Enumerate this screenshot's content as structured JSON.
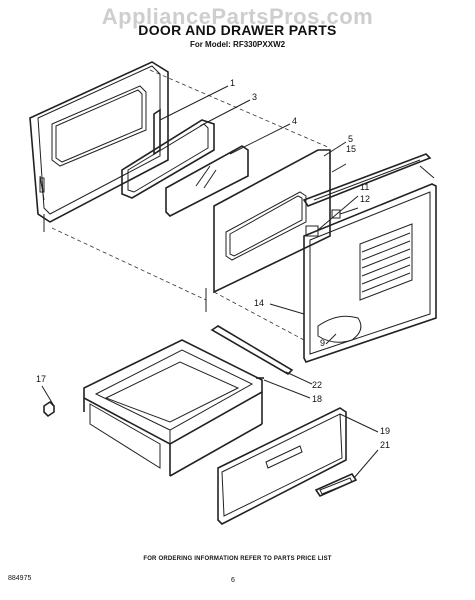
{
  "watermark": "AppliancePartsPros.com",
  "title": "DOOR AND DRAWER PARTS",
  "subtitle": "For Model: RF330PXXW2",
  "callouts": {
    "c1": "1",
    "c3": "3",
    "c4": "4",
    "c5": "5",
    "c15": "15",
    "c11": "11",
    "c12": "12",
    "c14": "14",
    "c9": "9",
    "c17": "17",
    "c22": "22",
    "c18": "18",
    "c19": "19",
    "c21": "21"
  },
  "footer_note": "FOR ORDERING INFORMATION REFER TO PARTS PRICE LIST",
  "doc_id": "884975",
  "page_number": "6"
}
